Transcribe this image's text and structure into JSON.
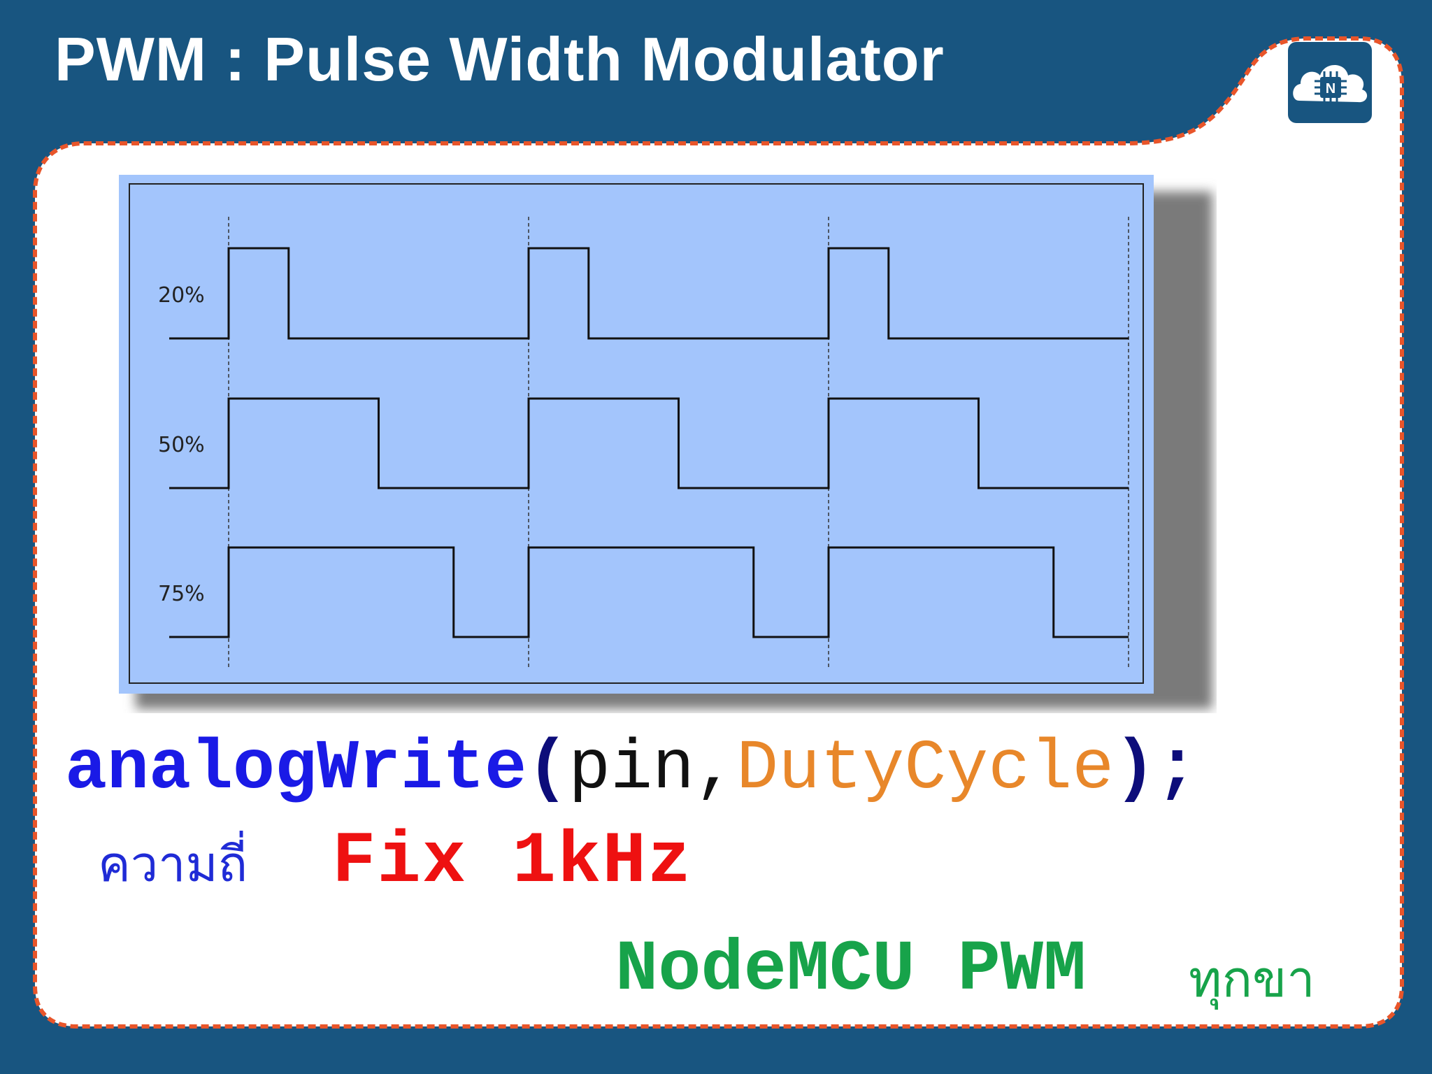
{
  "title": "PWM : Pulse Width Modulator",
  "logo_icon": "nodemcu-chip-cloud-icon",
  "diagram": {
    "waveforms": [
      {
        "label": "20%",
        "duty": 0.2,
        "periods": 3
      },
      {
        "label": "50%",
        "duty": 0.5,
        "periods": 3
      },
      {
        "label": "75%",
        "duty": 0.75,
        "periods": 3
      }
    ]
  },
  "code": {
    "function": "analogWrite",
    "open_paren": "(",
    "pin": "pin,",
    "arg": "DutyCycle",
    "close": ");"
  },
  "frequency": {
    "label_thai": "ความถี่",
    "value": "Fix 1kHz"
  },
  "footer": {
    "label": "NodeMCU PWM",
    "label_thai": "ทุกขา"
  },
  "colors": {
    "background": "#185580",
    "panel_border": "#e8552a",
    "diagram_fill": "#a3c5fc",
    "function_blue": "#1a1ae6",
    "arg_orange": "#e8872a",
    "fix_red": "#ee1111",
    "footer_green": "#17a34a"
  }
}
